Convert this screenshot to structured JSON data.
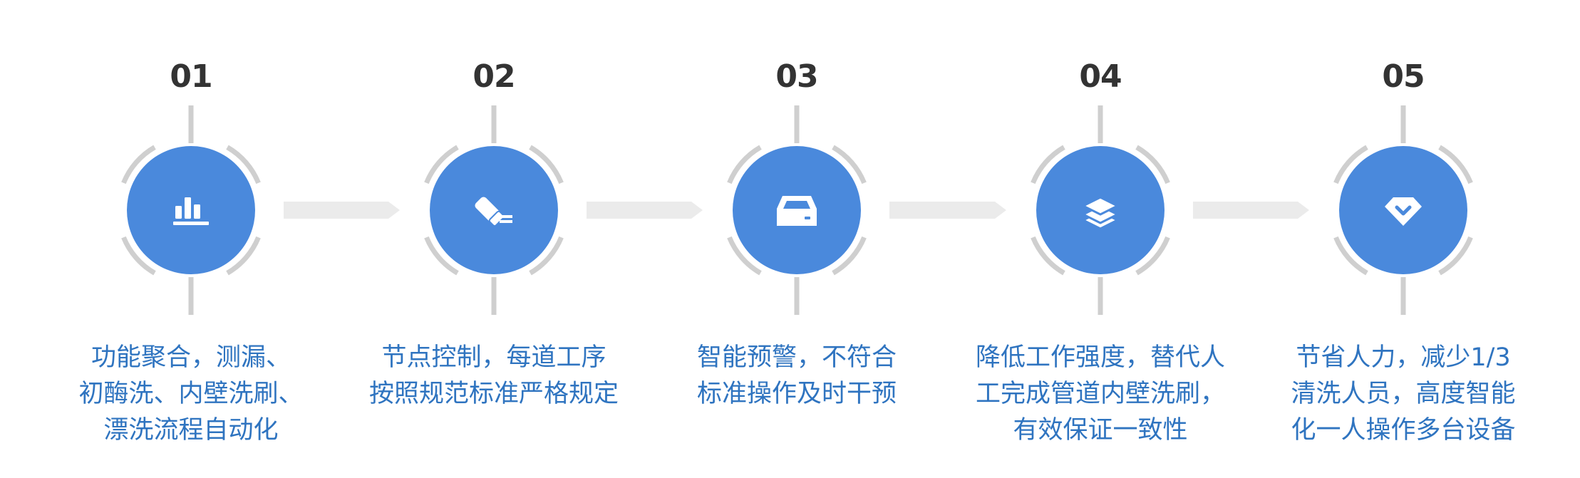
{
  "colors": {
    "circle_fill": "#4a89dc",
    "arc_stroke": "#cfcfcf",
    "arrow_fill": "#ebebeb",
    "number_text": "#333333",
    "desc_text": "#2f74c0",
    "icon_color": "#ffffff"
  },
  "steps": [
    {
      "number": "01",
      "icon": "bar-chart-icon",
      "lines": [
        "功能聚合，测漏、",
        "初酶洗、内壁洗刷、",
        "漂洗流程自动化"
      ]
    },
    {
      "number": "02",
      "icon": "eraser-edit-icon",
      "lines": [
        "节点控制，每道工序",
        "按照规范标准严格规定"
      ]
    },
    {
      "number": "03",
      "icon": "inbox-tray-icon",
      "lines": [
        "智能预警，不符合",
        "标准操作及时干预"
      ]
    },
    {
      "number": "04",
      "icon": "layers-icon",
      "lines": [
        "降低工作强度，替代人",
        "工完成管道内壁洗刷，",
        "有效保证一致性"
      ]
    },
    {
      "number": "05",
      "icon": "gem-check-icon",
      "lines": [
        "节省人力，减少1/3",
        "清洗人员，高度智能",
        "化一人操作多台设备"
      ]
    }
  ]
}
